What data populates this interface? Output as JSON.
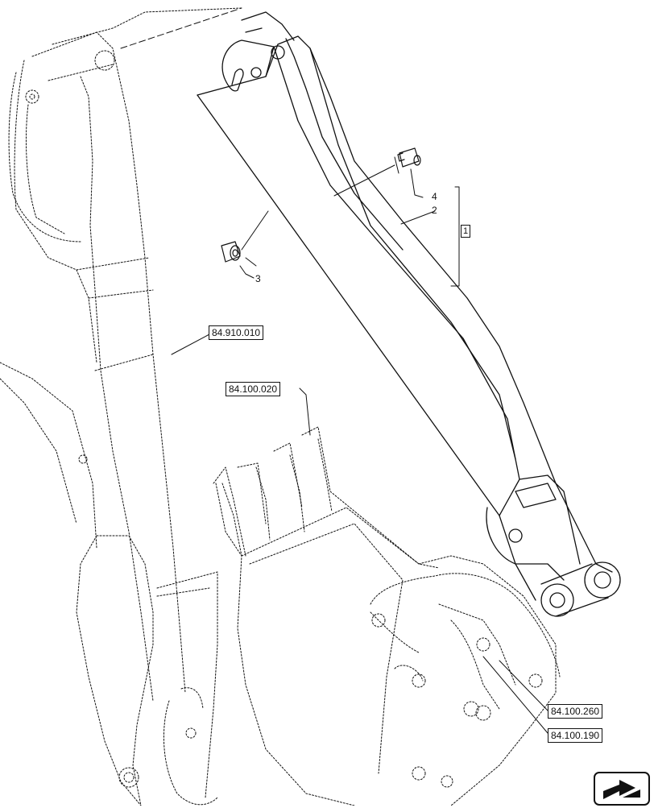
{
  "callouts": {
    "item_2": "2",
    "item_3": "3",
    "item_4": "4",
    "group_1": "1"
  },
  "references": {
    "dipper_stick": "84.910.010",
    "bucket_teeth": "84.100.020",
    "linkage_a": "84.100.260",
    "linkage_b": "84.100.190"
  },
  "nav": {
    "icon": "arrow-navigation-icon"
  }
}
